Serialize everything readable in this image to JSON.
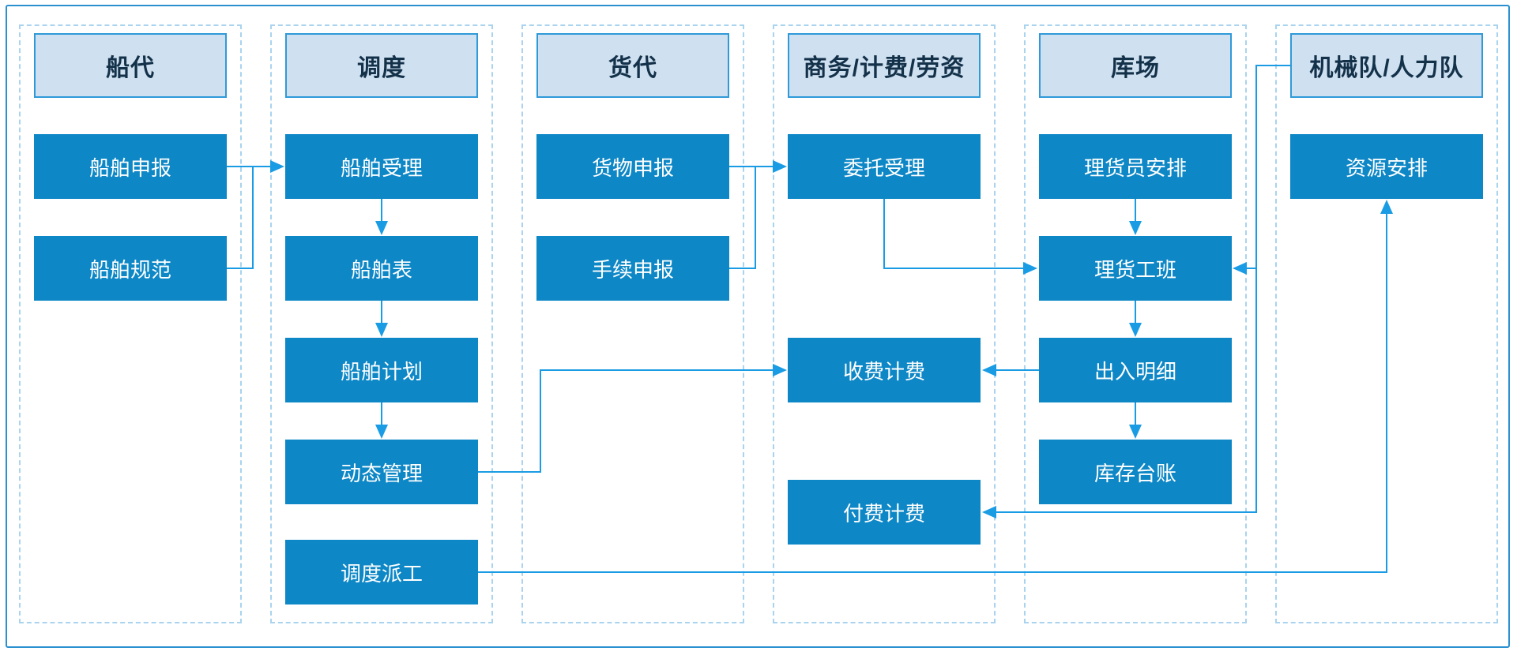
{
  "diagram": {
    "title": "port-operations-swimlane-flowchart",
    "colors": {
      "box_fill": "#0d87c6",
      "header_fill": "#cfe1f0",
      "header_border": "#2f9ad8",
      "header_text": "#14314a",
      "connector": "#1a9ce4",
      "lane_border": "#a9d3ee",
      "outer_border": "#2b90d0"
    },
    "lanes": [
      {
        "id": "ship-agent",
        "header": "船代",
        "nodes": [
          {
            "id": "ship-declaration",
            "label": "船舶申报"
          },
          {
            "id": "ship-specification",
            "label": "船舶规范"
          }
        ]
      },
      {
        "id": "dispatch",
        "header": "调度",
        "nodes": [
          {
            "id": "ship-acceptance",
            "label": "船舶受理"
          },
          {
            "id": "ship-table",
            "label": "船舶表"
          },
          {
            "id": "ship-plan",
            "label": "船舶计划"
          },
          {
            "id": "dynamic-management",
            "label": "动态管理"
          },
          {
            "id": "dispatch-assignment",
            "label": "调度派工"
          }
        ]
      },
      {
        "id": "freight-forwarder",
        "header": "货代",
        "nodes": [
          {
            "id": "cargo-declaration",
            "label": "货物申报"
          },
          {
            "id": "procedure-declaration",
            "label": "手续申报"
          }
        ]
      },
      {
        "id": "business-billing-labor",
        "header": "商务/计费/劳资",
        "nodes": [
          {
            "id": "entrust-acceptance",
            "label": "委托受理"
          },
          {
            "id": "charge-billing",
            "label": "收费计费"
          },
          {
            "id": "payment-billing",
            "label": "付费计费"
          }
        ]
      },
      {
        "id": "yard",
        "header": "库场",
        "nodes": [
          {
            "id": "tally-clerk-arrangement",
            "label": "理货员安排"
          },
          {
            "id": "tally-shift",
            "label": "理货工班"
          },
          {
            "id": "in-out-detail",
            "label": "出入明细"
          },
          {
            "id": "inventory-ledger",
            "label": "库存台账"
          }
        ]
      },
      {
        "id": "machinery-manpower",
        "header": "机械队/人力队",
        "nodes": [
          {
            "id": "resource-arrangement",
            "label": "资源安排"
          }
        ]
      }
    ],
    "edges": [
      {
        "from": "ship-declaration",
        "to": "ship-acceptance"
      },
      {
        "from": "ship-specification",
        "to": "ship-acceptance"
      },
      {
        "from": "ship-acceptance",
        "to": "ship-table"
      },
      {
        "from": "ship-table",
        "to": "ship-plan"
      },
      {
        "from": "ship-plan",
        "to": "dynamic-management"
      },
      {
        "from": "cargo-declaration",
        "to": "entrust-acceptance"
      },
      {
        "from": "procedure-declaration",
        "to": "entrust-acceptance"
      },
      {
        "from": "entrust-acceptance",
        "to": "tally-shift"
      },
      {
        "from": "tally-clerk-arrangement",
        "to": "tally-shift"
      },
      {
        "from": "tally-shift",
        "to": "in-out-detail"
      },
      {
        "from": "in-out-detail",
        "to": "inventory-ledger"
      },
      {
        "from": "in-out-detail",
        "to": "charge-billing"
      },
      {
        "from": "dynamic-management",
        "to": "charge-billing"
      },
      {
        "from": "machinery-manpower",
        "to": "payment-billing"
      },
      {
        "from": "machinery-manpower",
        "to": "tally-shift"
      },
      {
        "from": "dispatch-assignment",
        "to": "resource-arrangement"
      }
    ]
  }
}
